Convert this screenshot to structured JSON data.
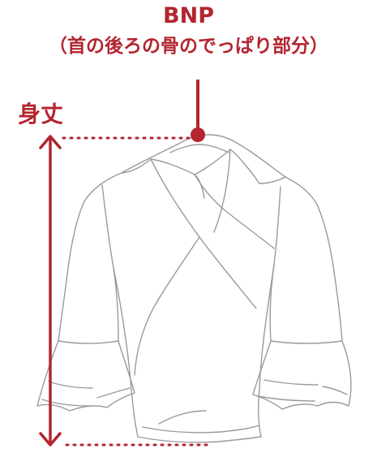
{
  "title": "BNP",
  "subtitle": "（首の後ろの骨のでっぱり部分）",
  "measure_label": "身丈",
  "colors": {
    "accent": "#b3252f",
    "line_art": "#9a9a9a"
  }
}
